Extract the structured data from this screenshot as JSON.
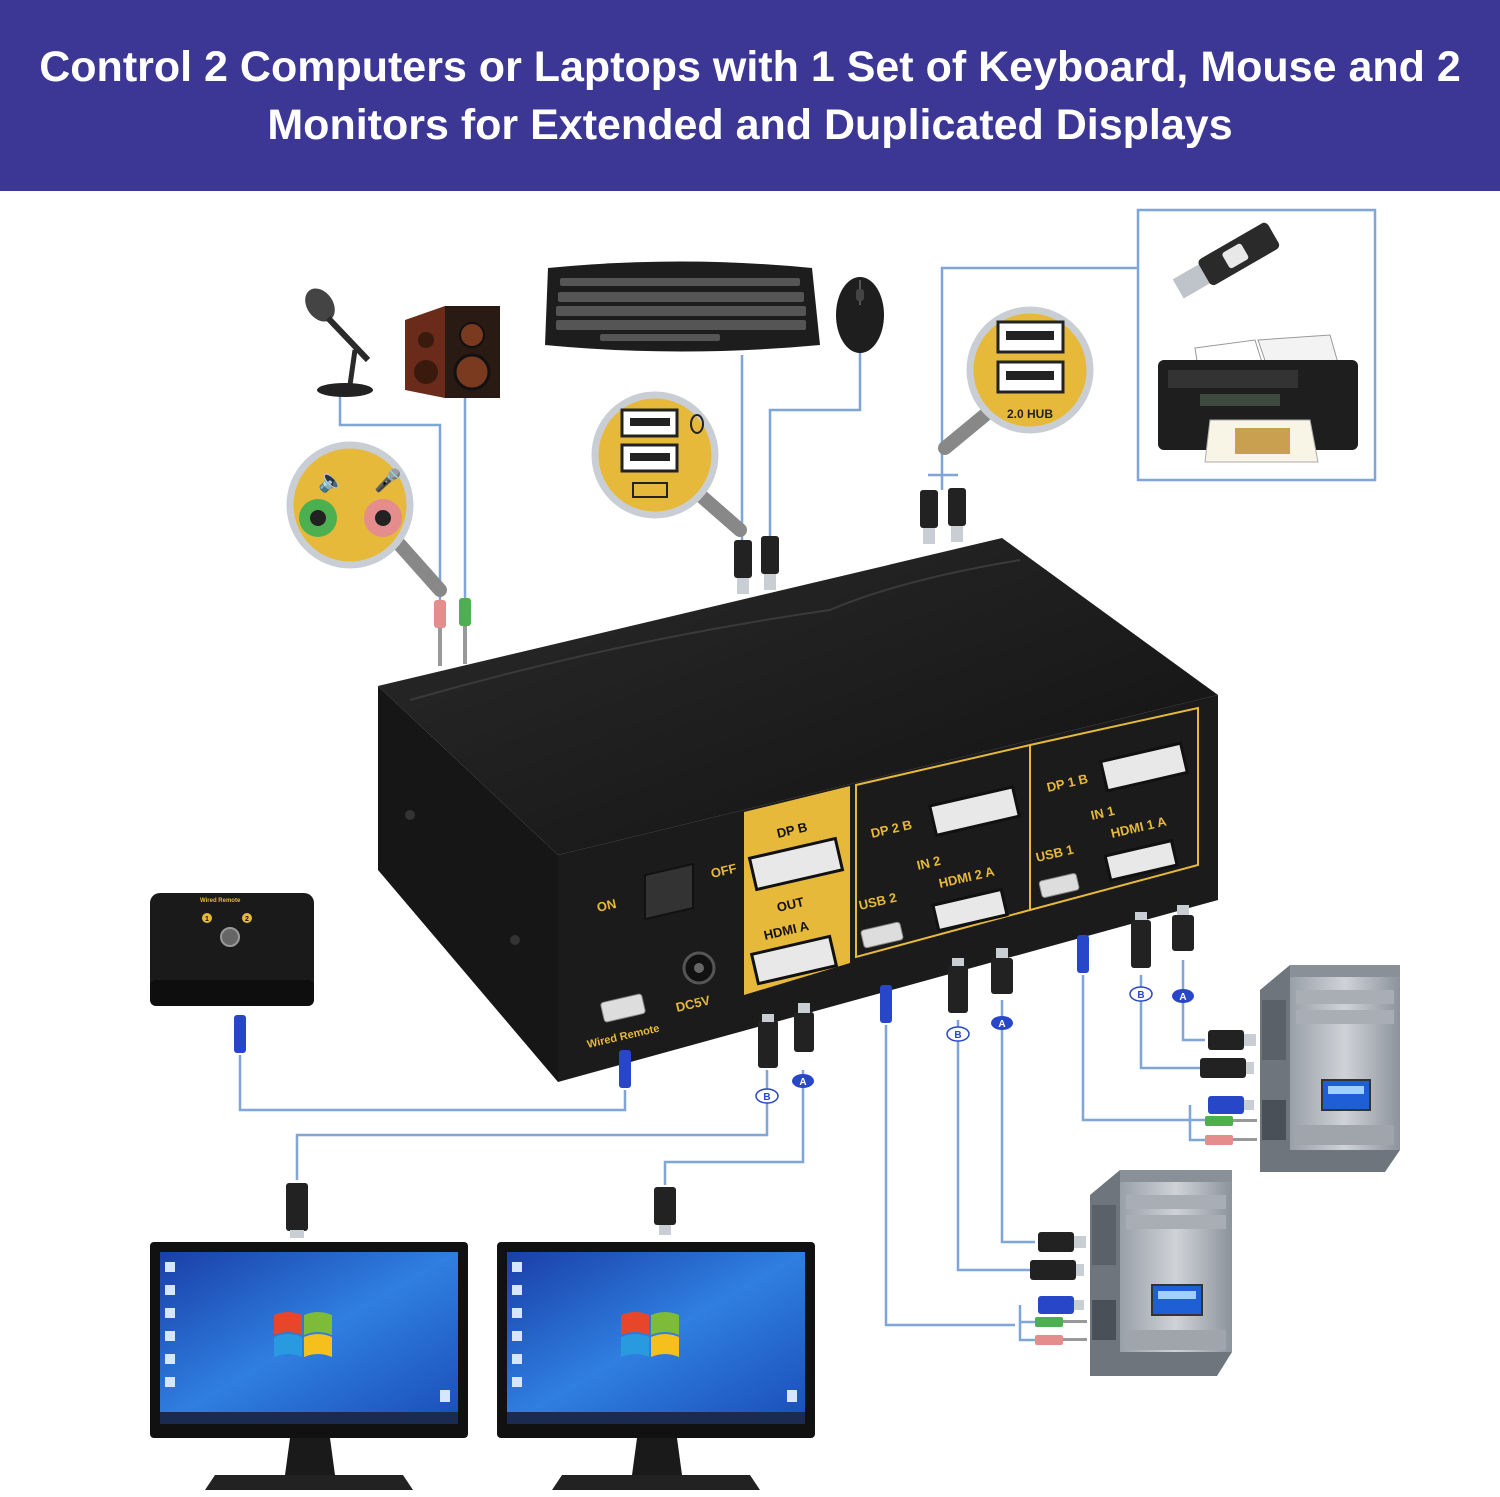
{
  "banner": {
    "title": "Control 2 Computers or Laptops with 1 Set of Keyboard, Mouse and 2 Monitors for Extended and Duplicated Displays"
  },
  "kvm": {
    "switch_on": "ON",
    "switch_off": "OFF",
    "power_label": "DC5V",
    "remote_port_label": "Wired Remote",
    "out_label": "OUT",
    "out_dp": "DP",
    "out_dp_letter": "B",
    "out_hdmi": "HDMI",
    "out_hdmi_letter": "A",
    "in2_label": "IN",
    "in2_num": "2",
    "in2_dp": "DP",
    "in2_dp_num": "2",
    "in2_dp_letter": "B",
    "in2_usb": "USB",
    "in2_usb_num": "2",
    "in2_hdmi": "HDMI",
    "in2_hdmi_num": "2",
    "in2_hdmi_letter": "A",
    "in1_label": "IN",
    "in1_num": "1",
    "in1_dp": "DP",
    "in1_dp_num": "1",
    "in1_dp_letter": "B",
    "in1_usb": "USB",
    "in1_usb_num": "1",
    "in1_hdmi": "HDMI",
    "in1_hdmi_num": "1",
    "in1_hdmi_letter": "A"
  },
  "remote": {
    "title": "Wired Remote",
    "button1": "1",
    "button2": "2"
  },
  "hub": {
    "label": "2.0 HUB"
  },
  "cable_tags": {
    "a": "A",
    "b": "B"
  },
  "colors": {
    "banner": "#3c3695",
    "connector_line": "#7fa6d6",
    "port_panel": "#e7b93a",
    "mic_jack": "#e58c8c",
    "audio_jack": "#4caf50",
    "usb_blue": "#2846c8"
  },
  "icons": [
    "microphone-icon",
    "speakers-icon",
    "keyboard-icon",
    "mouse-icon",
    "usb-flash-drive-icon",
    "printer-icon",
    "monitor-icon",
    "desktop-pc-icon"
  ]
}
